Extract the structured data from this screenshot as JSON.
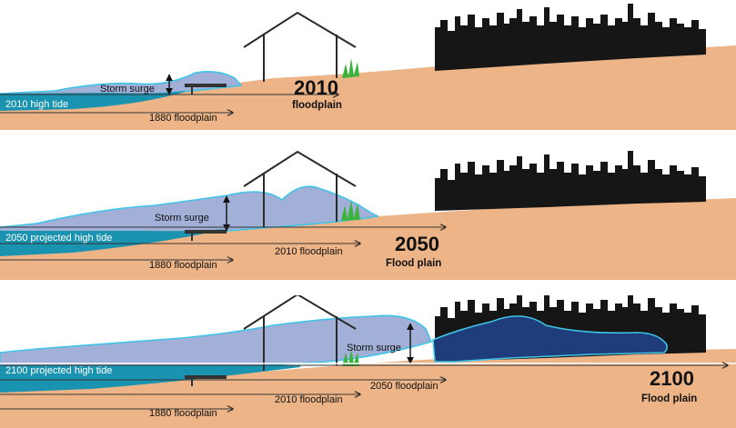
{
  "colors": {
    "land": "#EDB487",
    "tide": "#1A93B0",
    "surge": "#A2AFD6",
    "surge_edge": "#3FC4E8",
    "deep_surge": "#1F3D7A",
    "city": "#161616",
    "grass": "#3CB33C"
  },
  "panels": [
    {
      "year": "2010",
      "subtitle": "floodplain",
      "tide_label": "2010 high tide",
      "surge_label": "Storm surge",
      "floodplains": [
        "1880 floodplain"
      ]
    },
    {
      "year": "2050",
      "subtitle": "Flood plain",
      "tide_label": "2050 projected high tide",
      "surge_label": "Storm surge",
      "floodplains": [
        "1880 floodplain",
        "2010 floodplain"
      ]
    },
    {
      "year": "2100",
      "subtitle": "Flood plain",
      "tide_label": "2100 projected high tide",
      "surge_label": "Storm surge",
      "floodplains": [
        "1880 floodplain",
        "2010 floodplain",
        "2050 floodplain"
      ]
    }
  ]
}
